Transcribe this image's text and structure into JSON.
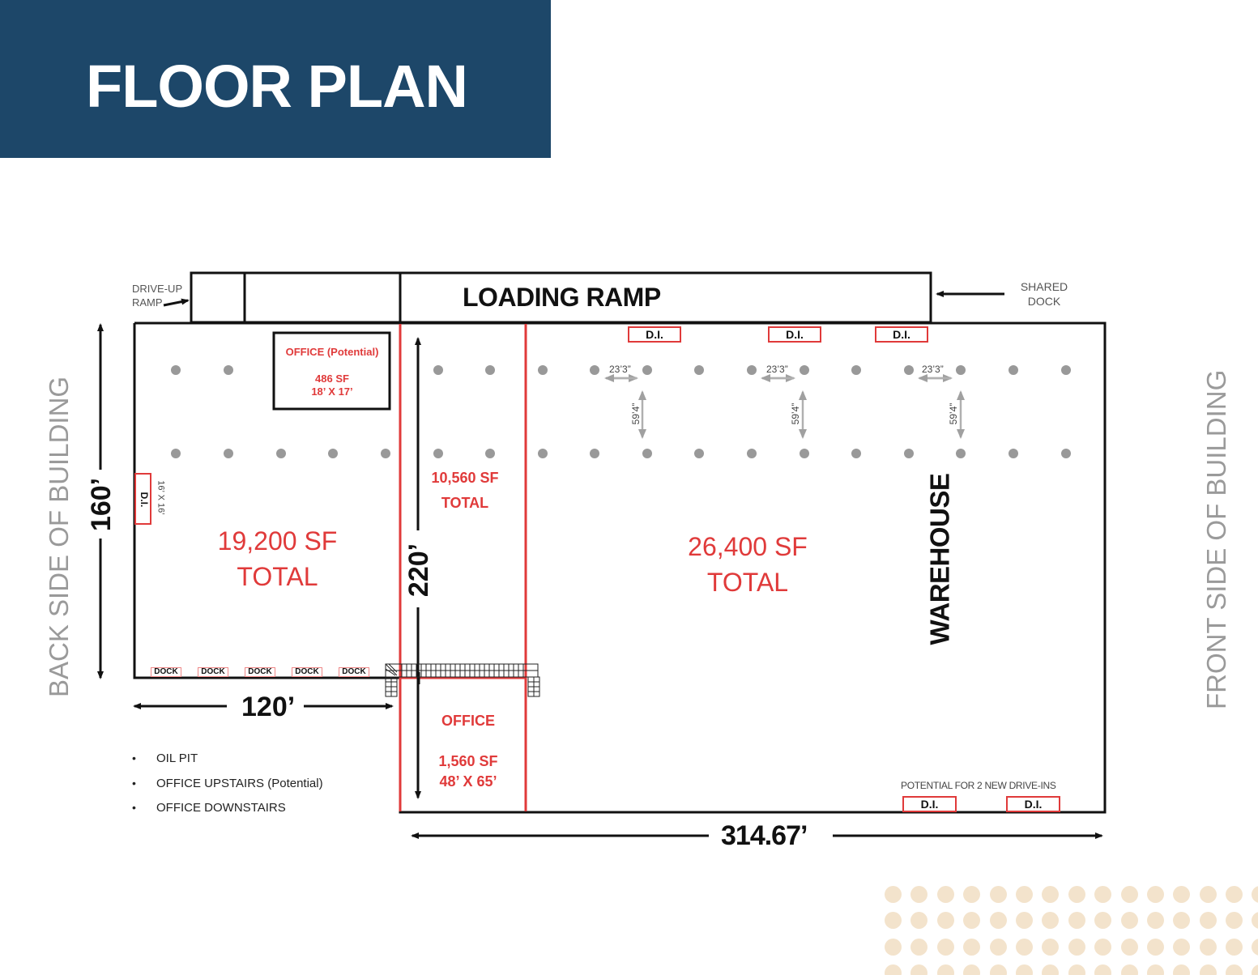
{
  "header": {
    "title": "FLOOR PLAN",
    "background_color": "#1D4769",
    "text_color": "#FFFFFF"
  },
  "colors": {
    "wall": "#111111",
    "section_divider": "#E03A3A",
    "column_dots": "#999999",
    "dimension_gray": "#9A9A9A",
    "decor_dots": "#F3E3CC"
  },
  "ramp": {
    "drive_up_label_line1": "DRIVE-UP",
    "drive_up_label_line2": "RAMP",
    "loading_ramp_label": "LOADING RAMP",
    "shared_dock_line1": "SHARED",
    "shared_dock_line2": "DOCK"
  },
  "sides": {
    "back": "BACK SIDE OF BUILDING",
    "front": "FRONT SIDE OF BUILDING"
  },
  "dimensions": {
    "height_left": "160’",
    "height_middle": "220’",
    "width_left": "120’",
    "width_bottom": "314.67’"
  },
  "sections": {
    "left": {
      "area": "19,200 SF",
      "label": "TOTAL"
    },
    "middle": {
      "area": "10,560 SF",
      "label": "TOTAL"
    },
    "right": {
      "area": "26,400 SF",
      "label": "TOTAL",
      "name": "WAREHOUSE"
    },
    "office_potential": {
      "title": "OFFICE (Potential)",
      "area": "486 SF",
      "size": "18’ X 17’"
    },
    "office": {
      "title": "OFFICE",
      "area": "1,560 SF",
      "size": "48’ X 65’"
    }
  },
  "drive_ins": {
    "label": "D.I.",
    "top": [
      "D.I.",
      "D.I.",
      "D.I."
    ],
    "side": {
      "label": "D.I.",
      "size": "16’ X 16’"
    },
    "bottom_note": "POTENTIAL FOR 2 NEW DRIVE-INS",
    "bottom": [
      "D.I.",
      "D.I."
    ]
  },
  "docks": [
    "DOCK",
    "DOCK",
    "DOCK",
    "DOCK",
    "DOCK"
  ],
  "column_spacing": {
    "horizontal": "23’3”",
    "vertical": "59’4”"
  },
  "features": [
    "OIL PIT",
    "OFFICE UPSTAIRS (Potential)",
    "OFFICE DOWNSTAIRS"
  ]
}
